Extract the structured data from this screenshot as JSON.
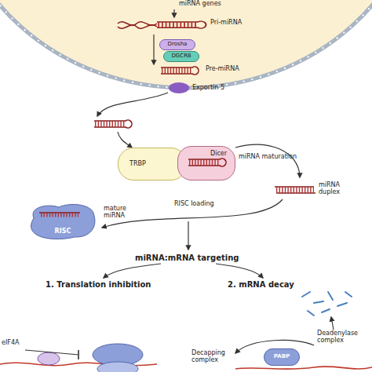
{
  "diagram": {
    "nodes": [
      {
        "text": [
          "Drosha"
        ]
      },
      {
        "text": [
          "DGCR8"
        ]
      },
      {
        "text": [
          "TRBP"
        ]
      },
      {
        "text": [
          "Dicer"
        ]
      },
      {
        "text": [
          "RISC"
        ]
      },
      {
        "text": [
          "PABP"
        ]
      }
    ],
    "labels": [
      "miRNA genes",
      "Pri-miRNA",
      "Pre-miRNA",
      "Exportin 5",
      "miRNA maturation",
      "miRNA duplex",
      "RISC loading",
      "mature miRNA",
      "miRNA:mRNA targeting",
      "1. Translation inhibition",
      "2. mRNA decay",
      "eIF4A",
      "Deadenylase complex",
      "Decapping complex"
    ]
  }
}
